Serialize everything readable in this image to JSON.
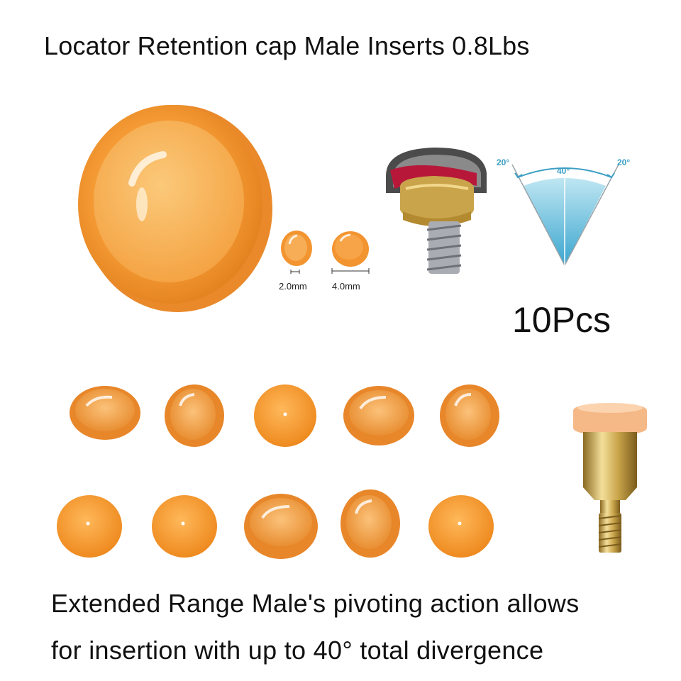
{
  "title": "Locator Retention cap Male Inserts 0.8Lbs",
  "sizes": [
    {
      "label": "2.0mm"
    },
    {
      "label": "4.0mm"
    }
  ],
  "angle_diagram": {
    "left_label": "20°",
    "center_label": "40°",
    "right_label": "20°"
  },
  "quantity": "10Pcs",
  "caption": {
    "line1": "Extended Range Male's pivoting action allows",
    "line2": "for insertion with up to 40° total divergence"
  },
  "colors": {
    "cap_orange": "#f2922e",
    "cap_light": "#f8b65a",
    "diagram_teal": "#3a9fc4",
    "diagram_fill": "#7cc8e0",
    "metal_gold": "#c9a44a"
  }
}
